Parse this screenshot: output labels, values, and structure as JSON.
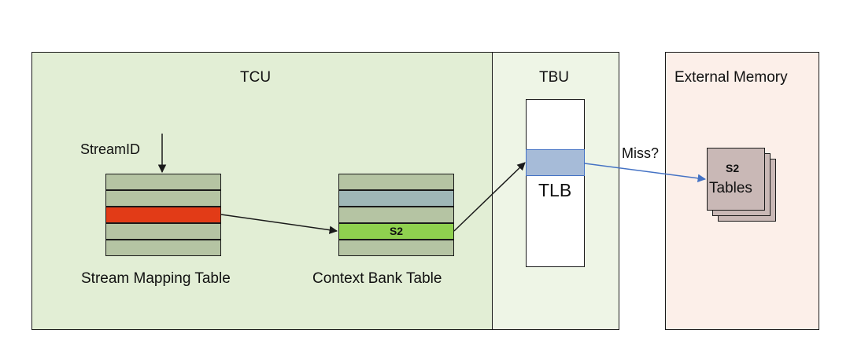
{
  "tcu": {
    "title": "TCU"
  },
  "tbu": {
    "title": "TBU"
  },
  "memory": {
    "title": "External Memory"
  },
  "stream_mapping": {
    "input_label": "StreamID",
    "caption": "Stream Mapping Table"
  },
  "context_bank": {
    "caption": "Context Bank Table",
    "s2_label": "S2"
  },
  "tlb": {
    "label": "TLB"
  },
  "miss": {
    "label": "Miss?"
  },
  "s2_tables": {
    "top": "S2",
    "bottom": "Tables"
  },
  "colors": {
    "tcu_fill": "#e2eed5",
    "tbu_fill": "#eef5e6",
    "memory_fill": "#fcefe9",
    "row_fill": "#b5c4a3",
    "highlight_red": "#e23b17",
    "highlight_blue": "#9fb7b7",
    "highlight_green": "#8fd14f",
    "tlb_entry": "#a6bbd8",
    "stack_fill": "#c9b8b6",
    "miss_arrow": "#4472c4"
  }
}
